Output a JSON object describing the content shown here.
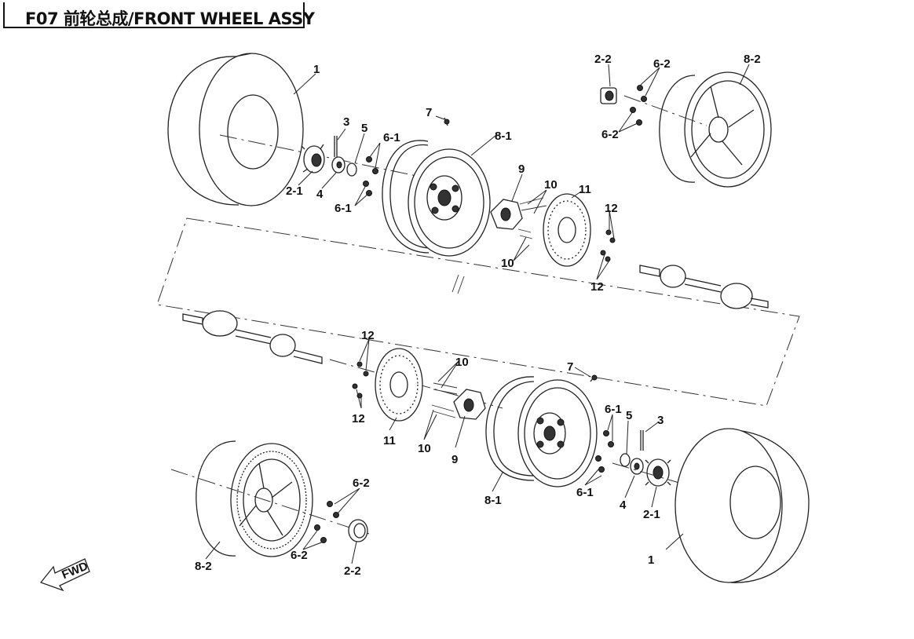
{
  "title": "F07 前轮总成/FRONT WHEEL ASSY",
  "fwd_label": "FWD",
  "callouts": {
    "c_1a": "1",
    "c_1b": "1",
    "c_21a": "2-1",
    "c_21b": "2-1",
    "c_22a": "2-2",
    "c_22b": "2-2",
    "c_3a": "3",
    "c_3b": "3",
    "c_4a": "4",
    "c_4b": "4",
    "c_5a": "5",
    "c_5b": "5",
    "c_61a": "6-1",
    "c_61b": "6-1",
    "c_61c": "6-1",
    "c_61d": "6-1",
    "c_62a": "6-2",
    "c_62b": "6-2",
    "c_62c": "6-2",
    "c_62d": "6-2",
    "c_7a": "7",
    "c_7b": "7",
    "c_81a": "8-1",
    "c_81b": "8-1",
    "c_82a": "8-2",
    "c_82b": "8-2",
    "c_9a": "9",
    "c_9b": "9",
    "c_10a": "10",
    "c_10b": "10",
    "c_10c": "10",
    "c_10d": "10",
    "c_11a": "11",
    "c_11b": "11",
    "c_12a": "12",
    "c_12b": "12",
    "c_12c": "12",
    "c_12d": "12"
  }
}
